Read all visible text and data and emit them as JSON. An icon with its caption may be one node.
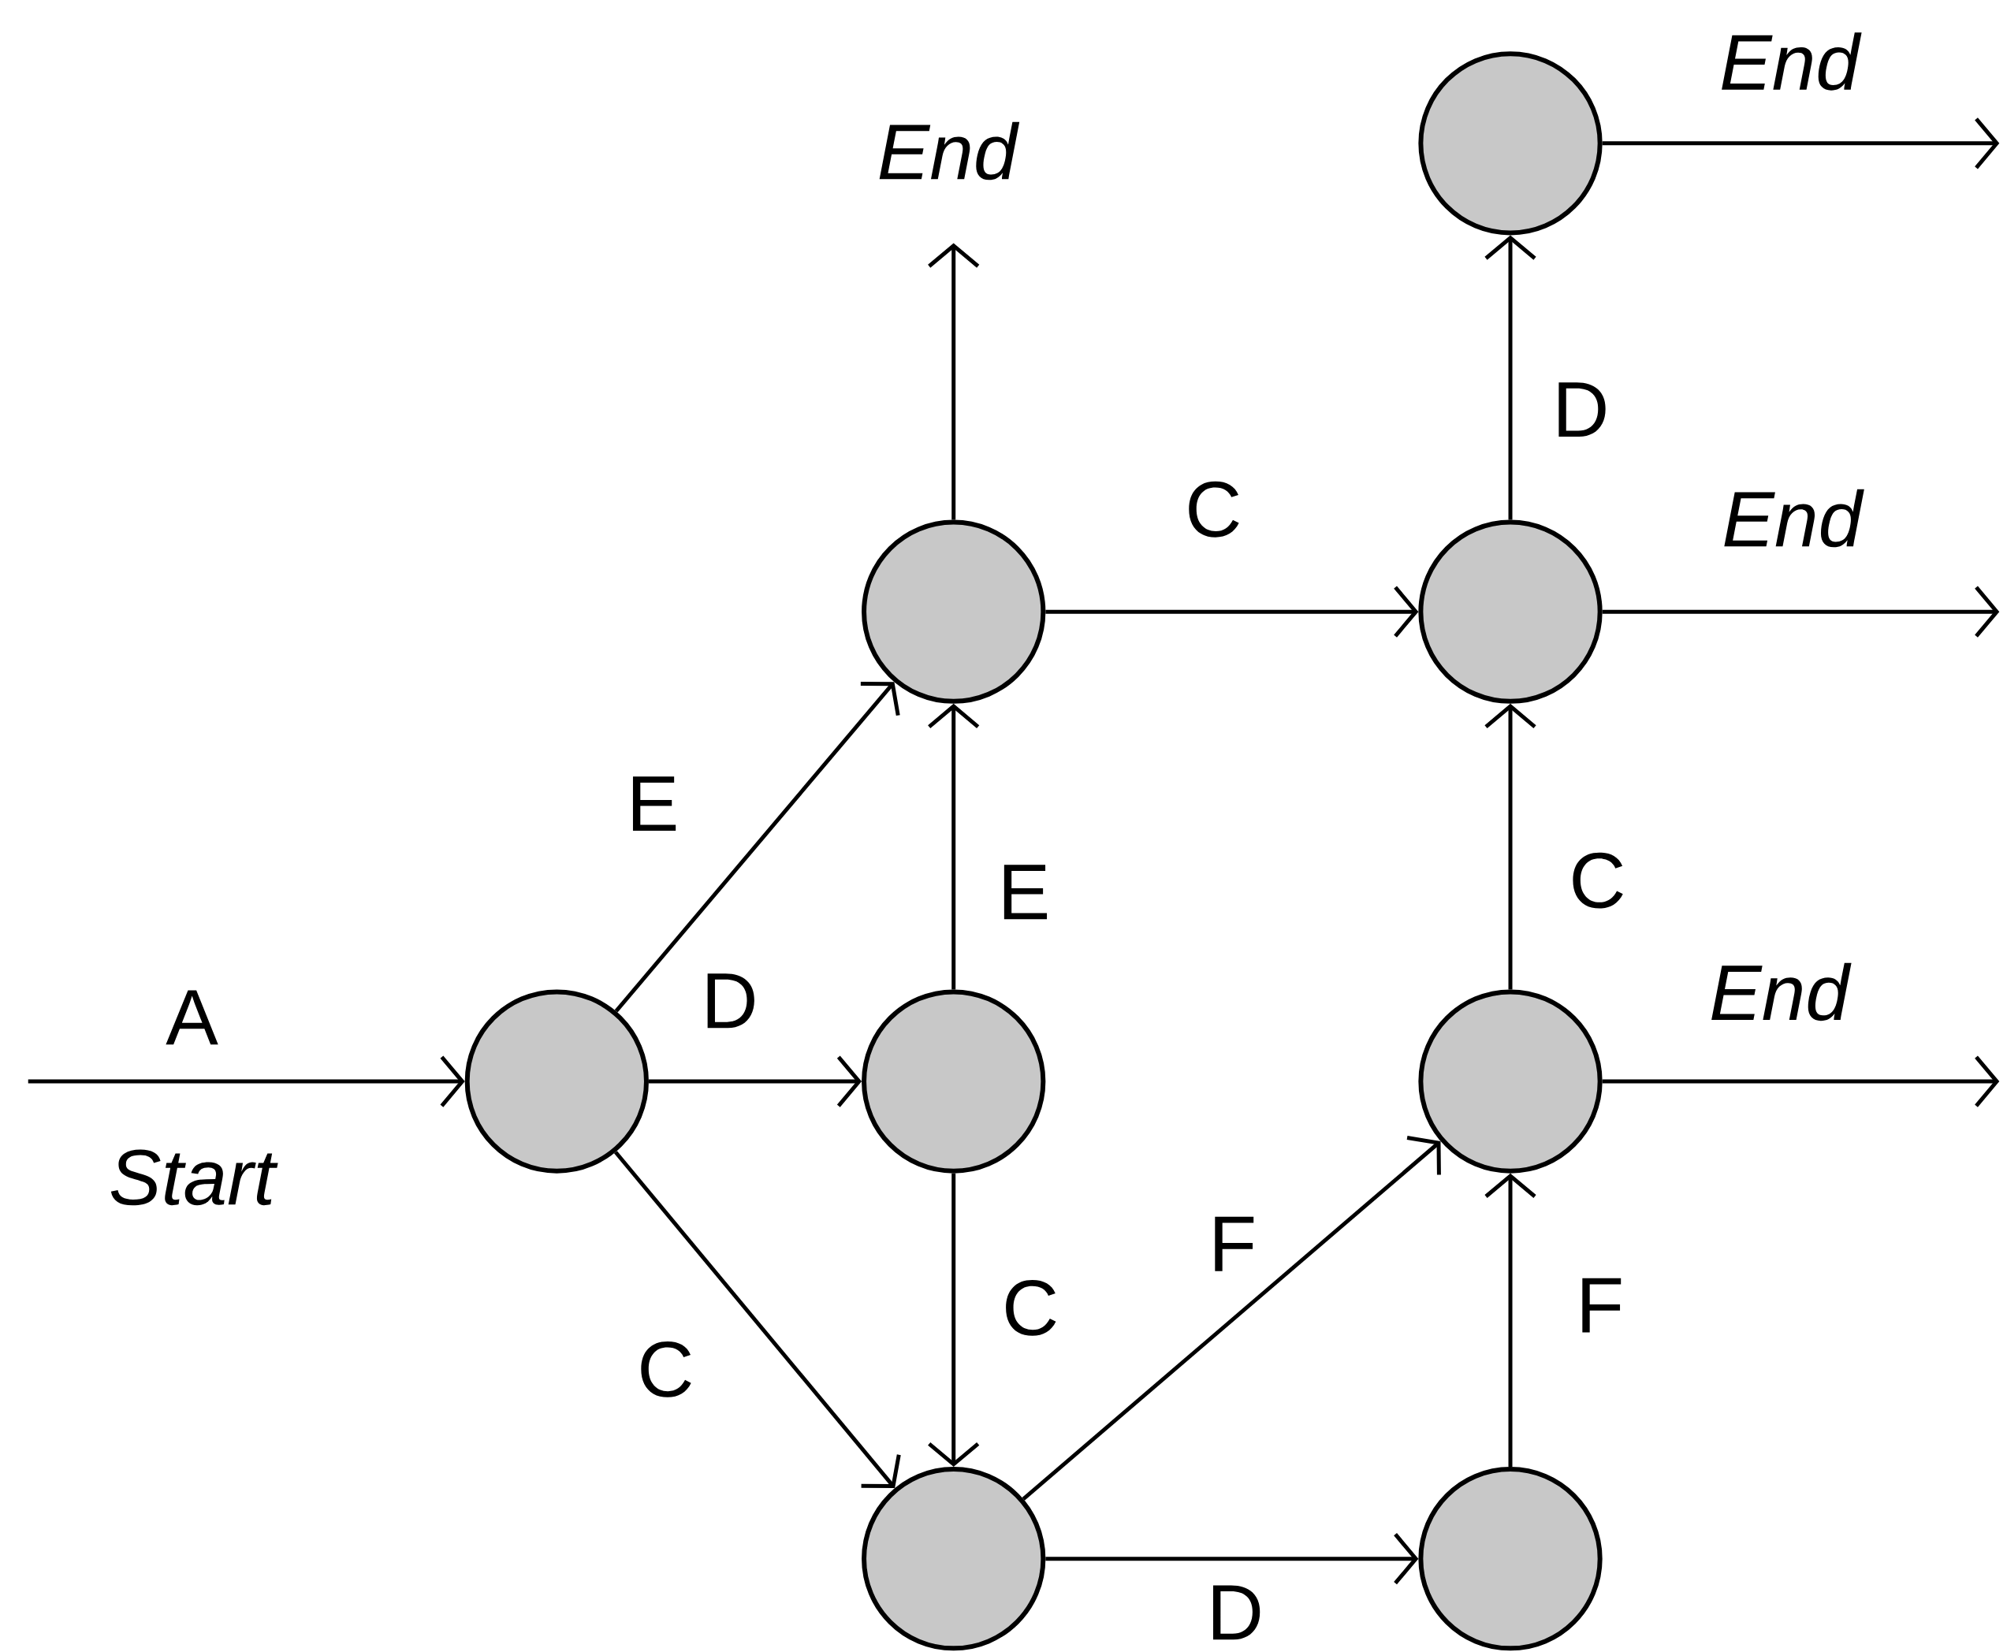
{
  "diagram": {
    "nodes": [
      {
        "text": [],
        "shape": "circle"
      },
      {
        "text": [],
        "shape": "circle"
      },
      {
        "text": [],
        "shape": "circle"
      },
      {
        "text": [],
        "shape": "circle"
      },
      {
        "text": [],
        "shape": "circle"
      },
      {
        "text": [],
        "shape": "circle"
      },
      {
        "text": [],
        "shape": "circle"
      },
      {
        "text": [],
        "shape": "circle"
      }
    ],
    "edges": [
      {
        "from": null,
        "to": 0,
        "arrow": "to",
        "label": "A"
      },
      {
        "from": 0,
        "to": 1,
        "arrow": "to",
        "label": "E"
      },
      {
        "from": 0,
        "to": 2,
        "arrow": "to",
        "label": "D"
      },
      {
        "from": 0,
        "to": 3,
        "arrow": "to",
        "label": "C"
      },
      {
        "from": 2,
        "to": 1,
        "arrow": "to",
        "label": "E"
      },
      {
        "from": 2,
        "to": 3,
        "arrow": "to",
        "label": "C"
      },
      {
        "from": 1,
        "to": null,
        "arrow": "to",
        "label": "End"
      },
      {
        "from": 1,
        "to": 5,
        "arrow": "to",
        "label": "C"
      },
      {
        "from": 5,
        "to": 4,
        "arrow": "to",
        "label": "D"
      },
      {
        "from": 4,
        "to": null,
        "arrow": "to",
        "label": "End"
      },
      {
        "from": 5,
        "to": null,
        "arrow": "to",
        "label": "End"
      },
      {
        "from": 6,
        "to": 5,
        "arrow": "to",
        "label": "C"
      },
      {
        "from": 6,
        "to": null,
        "arrow": "to",
        "label": "End"
      },
      {
        "from": 3,
        "to": 6,
        "arrow": "to",
        "label": "F"
      },
      {
        "from": 3,
        "to": 7,
        "arrow": "to",
        "label": "D"
      },
      {
        "from": 7,
        "to": 6,
        "arrow": "to",
        "label": "F"
      }
    ],
    "labels": [
      "Start"
    ]
  }
}
